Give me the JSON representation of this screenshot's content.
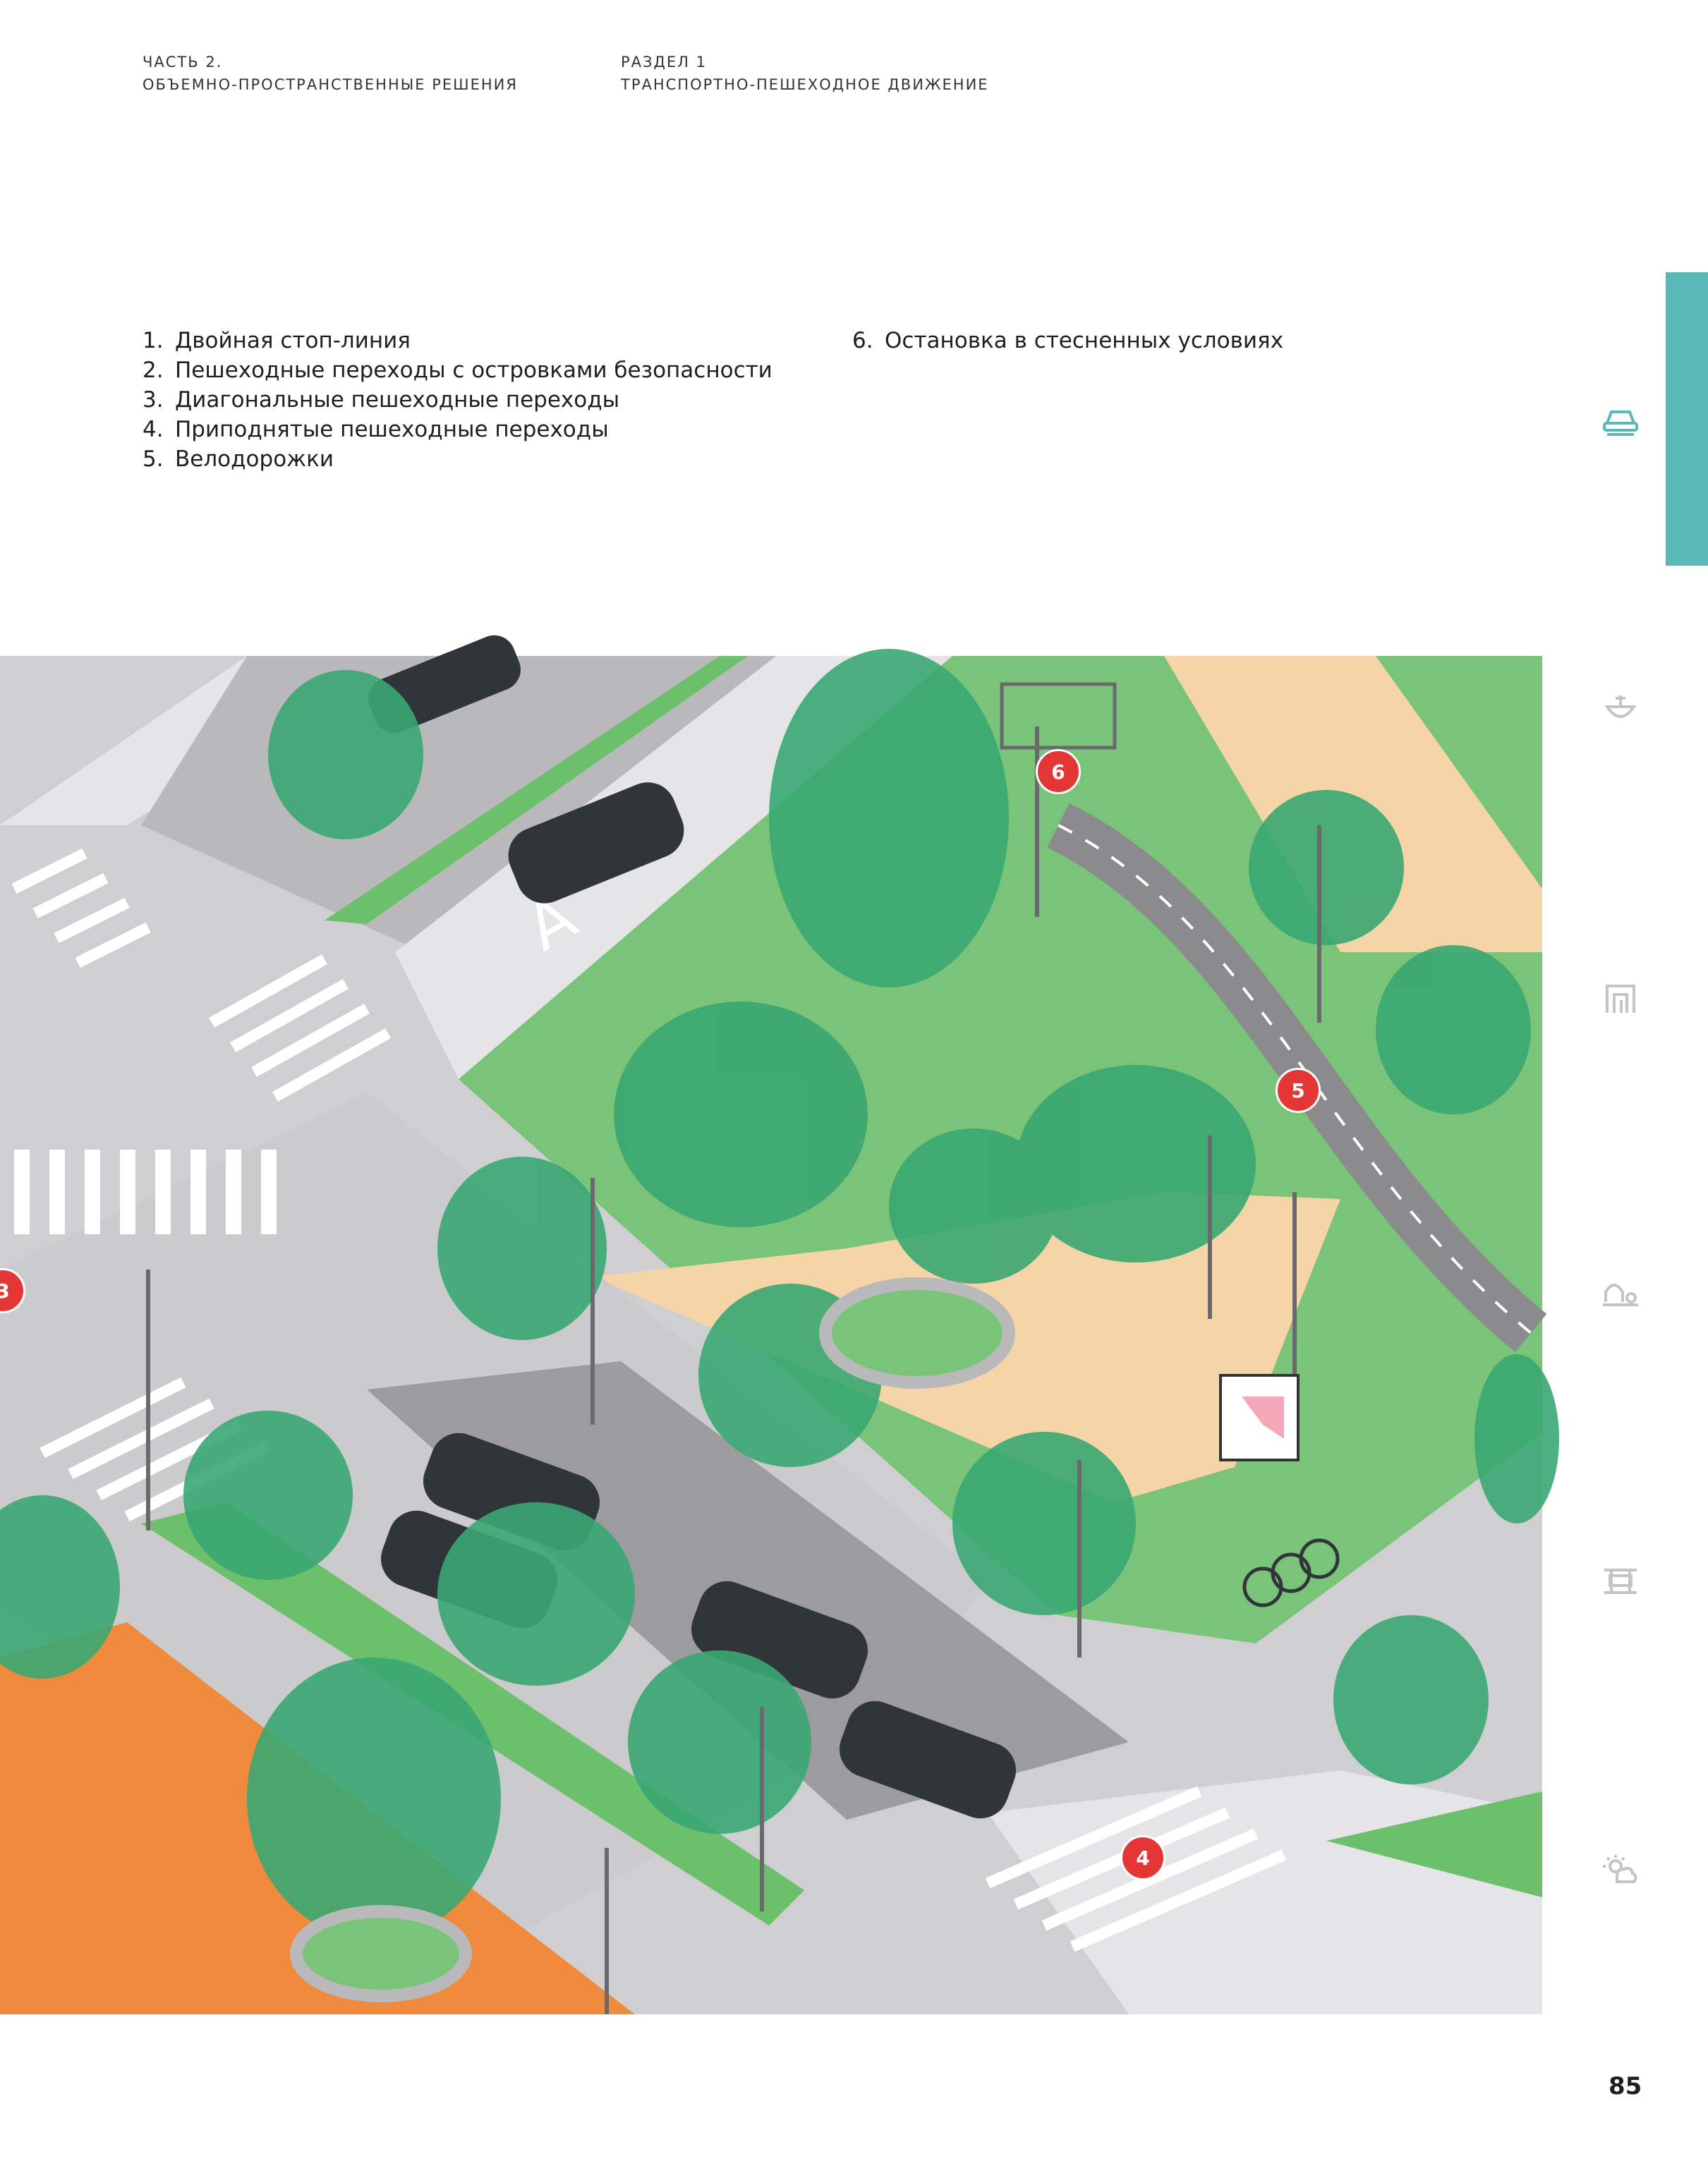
{
  "header": {
    "part": "ЧАСТЬ 2.",
    "part_title": "ОБЪЕМНО-ПРОСТРАНСТВЕННЫЕ РЕШЕНИЯ",
    "section": "РАЗДЕЛ 1",
    "section_title": "ТРАНСПОРТНО-ПЕШЕХОДНОЕ ДВИЖЕНИЕ"
  },
  "legend": {
    "items": [
      {
        "num": "1.",
        "text": "Двойная стоп-линия"
      },
      {
        "num": "2.",
        "text": "Пешеходные переходы с островками безопасности"
      },
      {
        "num": "3.",
        "text": "Диагональные пешеходные переходы"
      },
      {
        "num": "4.",
        "text": "Приподнятые пешеходные переходы"
      },
      {
        "num": "5.",
        "text": "Велодорожки"
      },
      {
        "num": "6.",
        "text": "Остановка в стесненных условиях"
      }
    ]
  },
  "illustration": {
    "markers": [
      "3",
      "4",
      "5",
      "6"
    ],
    "road_marking": "A"
  },
  "side_nav": {
    "icons": [
      "car-icon",
      "bowl-icon",
      "building-icon",
      "playground-icon",
      "bench-icon",
      "weather-icon"
    ],
    "accent_color": "#5bb8b8"
  },
  "page_number": "85"
}
